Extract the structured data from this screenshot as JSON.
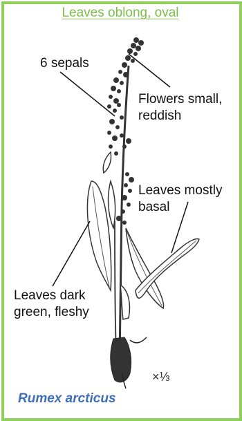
{
  "title": "Leaves oblong, oval",
  "labels": {
    "sepals": "6 sepals",
    "flowers": "Flowers small,\nreddish",
    "basal": "Leaves mostly\nbasal",
    "fleshy": "Leaves dark\ngreen, fleshy"
  },
  "scale": "×⅓",
  "species": "Rumex arcticus",
  "colors": {
    "border": "#8fcf5a",
    "title": "#7dbd4a",
    "species": "#3f6fb8"
  }
}
